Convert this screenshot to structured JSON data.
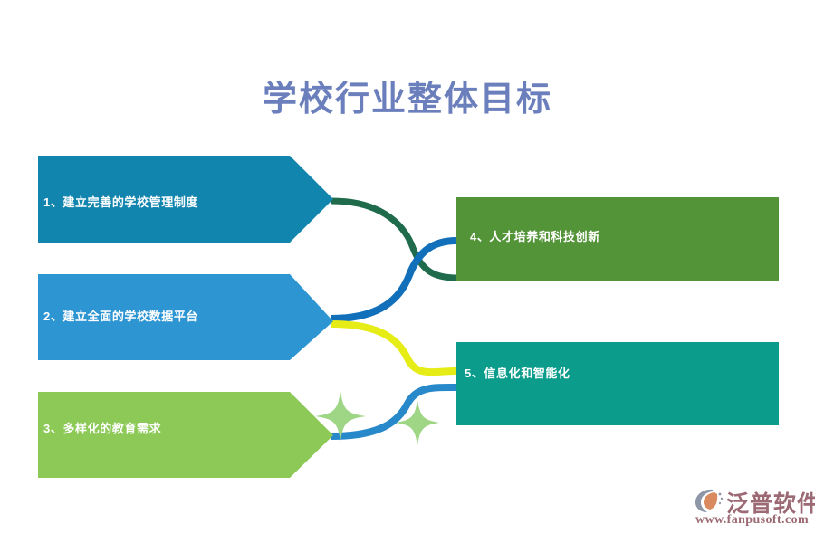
{
  "page": {
    "title": "学校行业整体目标",
    "background_color": "#ffffff",
    "title_color": "#6b7fbc"
  },
  "left_nodes": [
    {
      "id": "node-1",
      "label": "1、建立完善的学校管理制度",
      "color": "#1285ae",
      "shape": "right-arrow"
    },
    {
      "id": "node-2",
      "label": "2、建立全面的学校数据平台",
      "color": "#2e95d3",
      "shape": "right-arrow"
    },
    {
      "id": "node-3",
      "label": "3、多样化的教育需求",
      "color": "#8cc957",
      "shape": "right-arrow"
    }
  ],
  "right_nodes": [
    {
      "id": "node-4",
      "label": "4、人才培养和科技创新",
      "color": "#539438",
      "shape": "rectangle"
    },
    {
      "id": "node-5",
      "label": "5、信息化和智能化",
      "color": "#0b9c8b",
      "shape": "rectangle"
    }
  ],
  "connectors": [
    {
      "id": "connector-1-to-4",
      "from": "node-1",
      "to": "node-4",
      "color": "#1f6b4b"
    },
    {
      "id": "connector-2-to-4",
      "from": "node-2",
      "to": "node-4",
      "color": "#1270bb"
    },
    {
      "id": "connector-2-to-5",
      "from": "node-2",
      "to": "node-5",
      "color": "#e6ec16"
    },
    {
      "id": "connector-3-to-5",
      "from": "node-3",
      "to": "node-5",
      "color": "#2788ca"
    }
  ],
  "decorations": [
    {
      "id": "sparkle-1",
      "color": "#9ed686"
    },
    {
      "id": "sparkle-2",
      "color": "#9ed686"
    }
  ],
  "logo": {
    "wordmark": "泛普软件",
    "url": "www.fanpusoft.com",
    "text_color": "#9c6a74",
    "mark_color": "#8d97a8",
    "mark_accent_color": "#d98a5e"
  }
}
